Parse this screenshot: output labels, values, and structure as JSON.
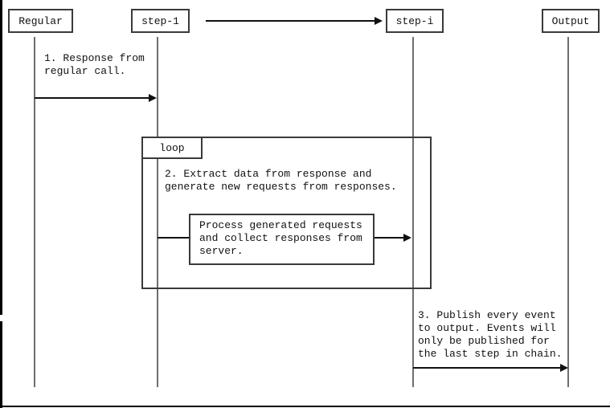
{
  "colors": {
    "box_border": "#3a3a3a",
    "arrow": "#111111",
    "lifeline": "#6e6e6e",
    "frame": "#000000",
    "background": "#ffffff",
    "text": "#111111"
  },
  "participants": [
    {
      "label": "Regular"
    },
    {
      "label": "step-1"
    },
    {
      "label": "step-i"
    },
    {
      "label": "Output"
    }
  ],
  "loop": {
    "label": "loop"
  },
  "messages": {
    "response_from_regular": "1. Response from\nregular call.",
    "extract_data": "2. Extract data from response and\ngenerate new requests from responses.",
    "process_requests": "Process generated requests\nand collect responses from\nserver.",
    "publish_events": "3. Publish every event\nto output. Events will\nonly be published for\nthe last step in chain."
  }
}
